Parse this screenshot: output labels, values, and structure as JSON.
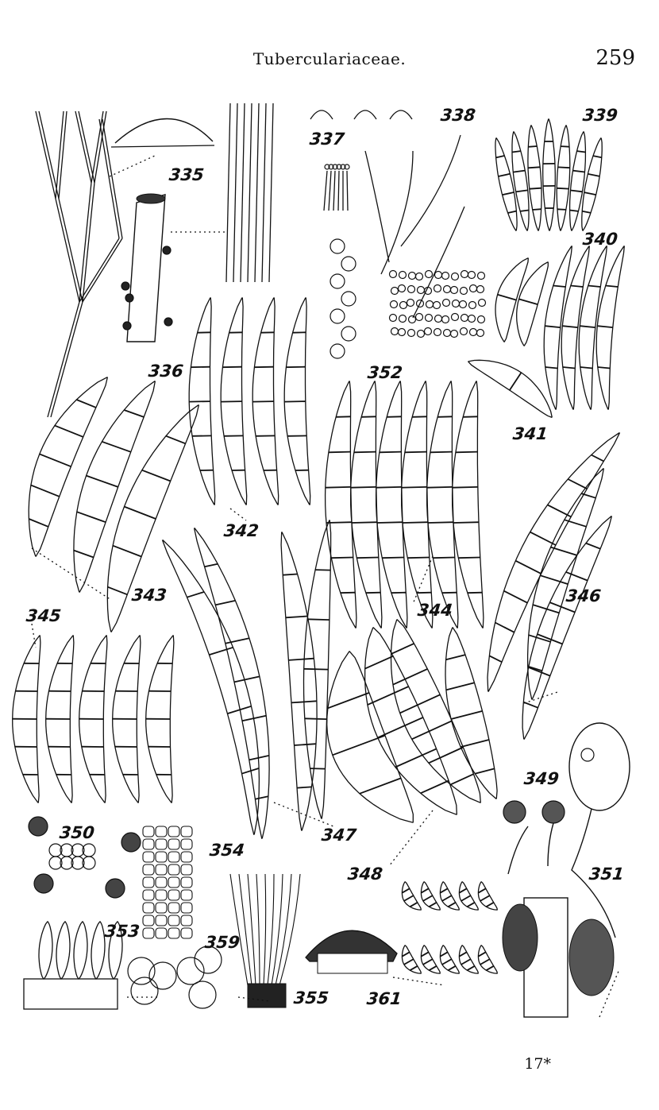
{
  "header": {
    "title": "Tuberculariaceae.",
    "page_number": "259"
  },
  "figure_labels": {
    "f335": "335",
    "f336": "336",
    "f337": "337",
    "f338": "338",
    "f339": "339",
    "f340": "340",
    "f341": "341",
    "f342": "342",
    "f343": "343",
    "f344": "344",
    "f345": "345",
    "f346": "346",
    "f347": "347",
    "f348": "348",
    "f349": "349",
    "f350": "350",
    "f351": "351",
    "f352": "352",
    "f353": "353",
    "f354": "354",
    "f355": "355",
    "f359": "359",
    "f361": "361"
  },
  "footer": {
    "signature": "17*"
  },
  "colors": {
    "ink": "#111111",
    "paper": "#ffffff"
  }
}
